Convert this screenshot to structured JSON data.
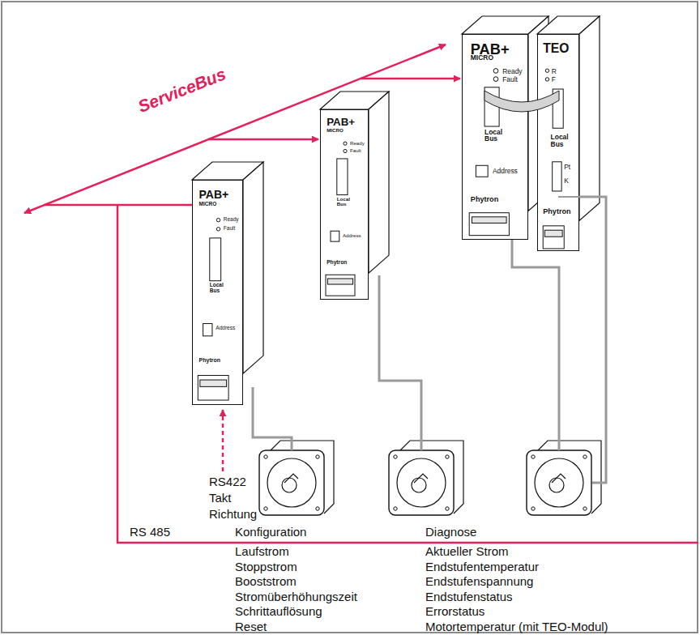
{
  "diagram": {
    "nodes": [
      {
        "text": [
          "PAB+",
          "MICRO",
          "Ready",
          "Fault",
          "Local Bus",
          "Address",
          "Phytron"
        ]
      },
      {
        "text": [
          "PAB+",
          "MICRO",
          "Ready",
          "Fault",
          "Local Bus",
          "Address",
          "Phytron"
        ]
      },
      {
        "text": [
          "PAB+",
          "MICRO",
          "Ready",
          "Fault",
          "Local Bus",
          "Address",
          "Phytron"
        ]
      },
      {
        "text": [
          "TEO",
          "R",
          "F",
          "Local Bus",
          "Pt",
          "K",
          "Phytron"
        ]
      }
    ],
    "labels": [
      "ServiceBus",
      "RS422",
      "Takt",
      "Richtung",
      "RS 485",
      "Konfiguration",
      "Laufstrom",
      "Stoppstrom",
      "Booststrom",
      "Stromüberhöhungszeit",
      "Schrittauflösung",
      "Reset",
      "Diagnose",
      "Aktueller Strom",
      "Endstufentemperatur",
      "Endstufenspannung",
      "Endstufenstatus",
      "Errorstatus",
      "Motortemperatur (mit TEO-Modul)"
    ]
  }
}
